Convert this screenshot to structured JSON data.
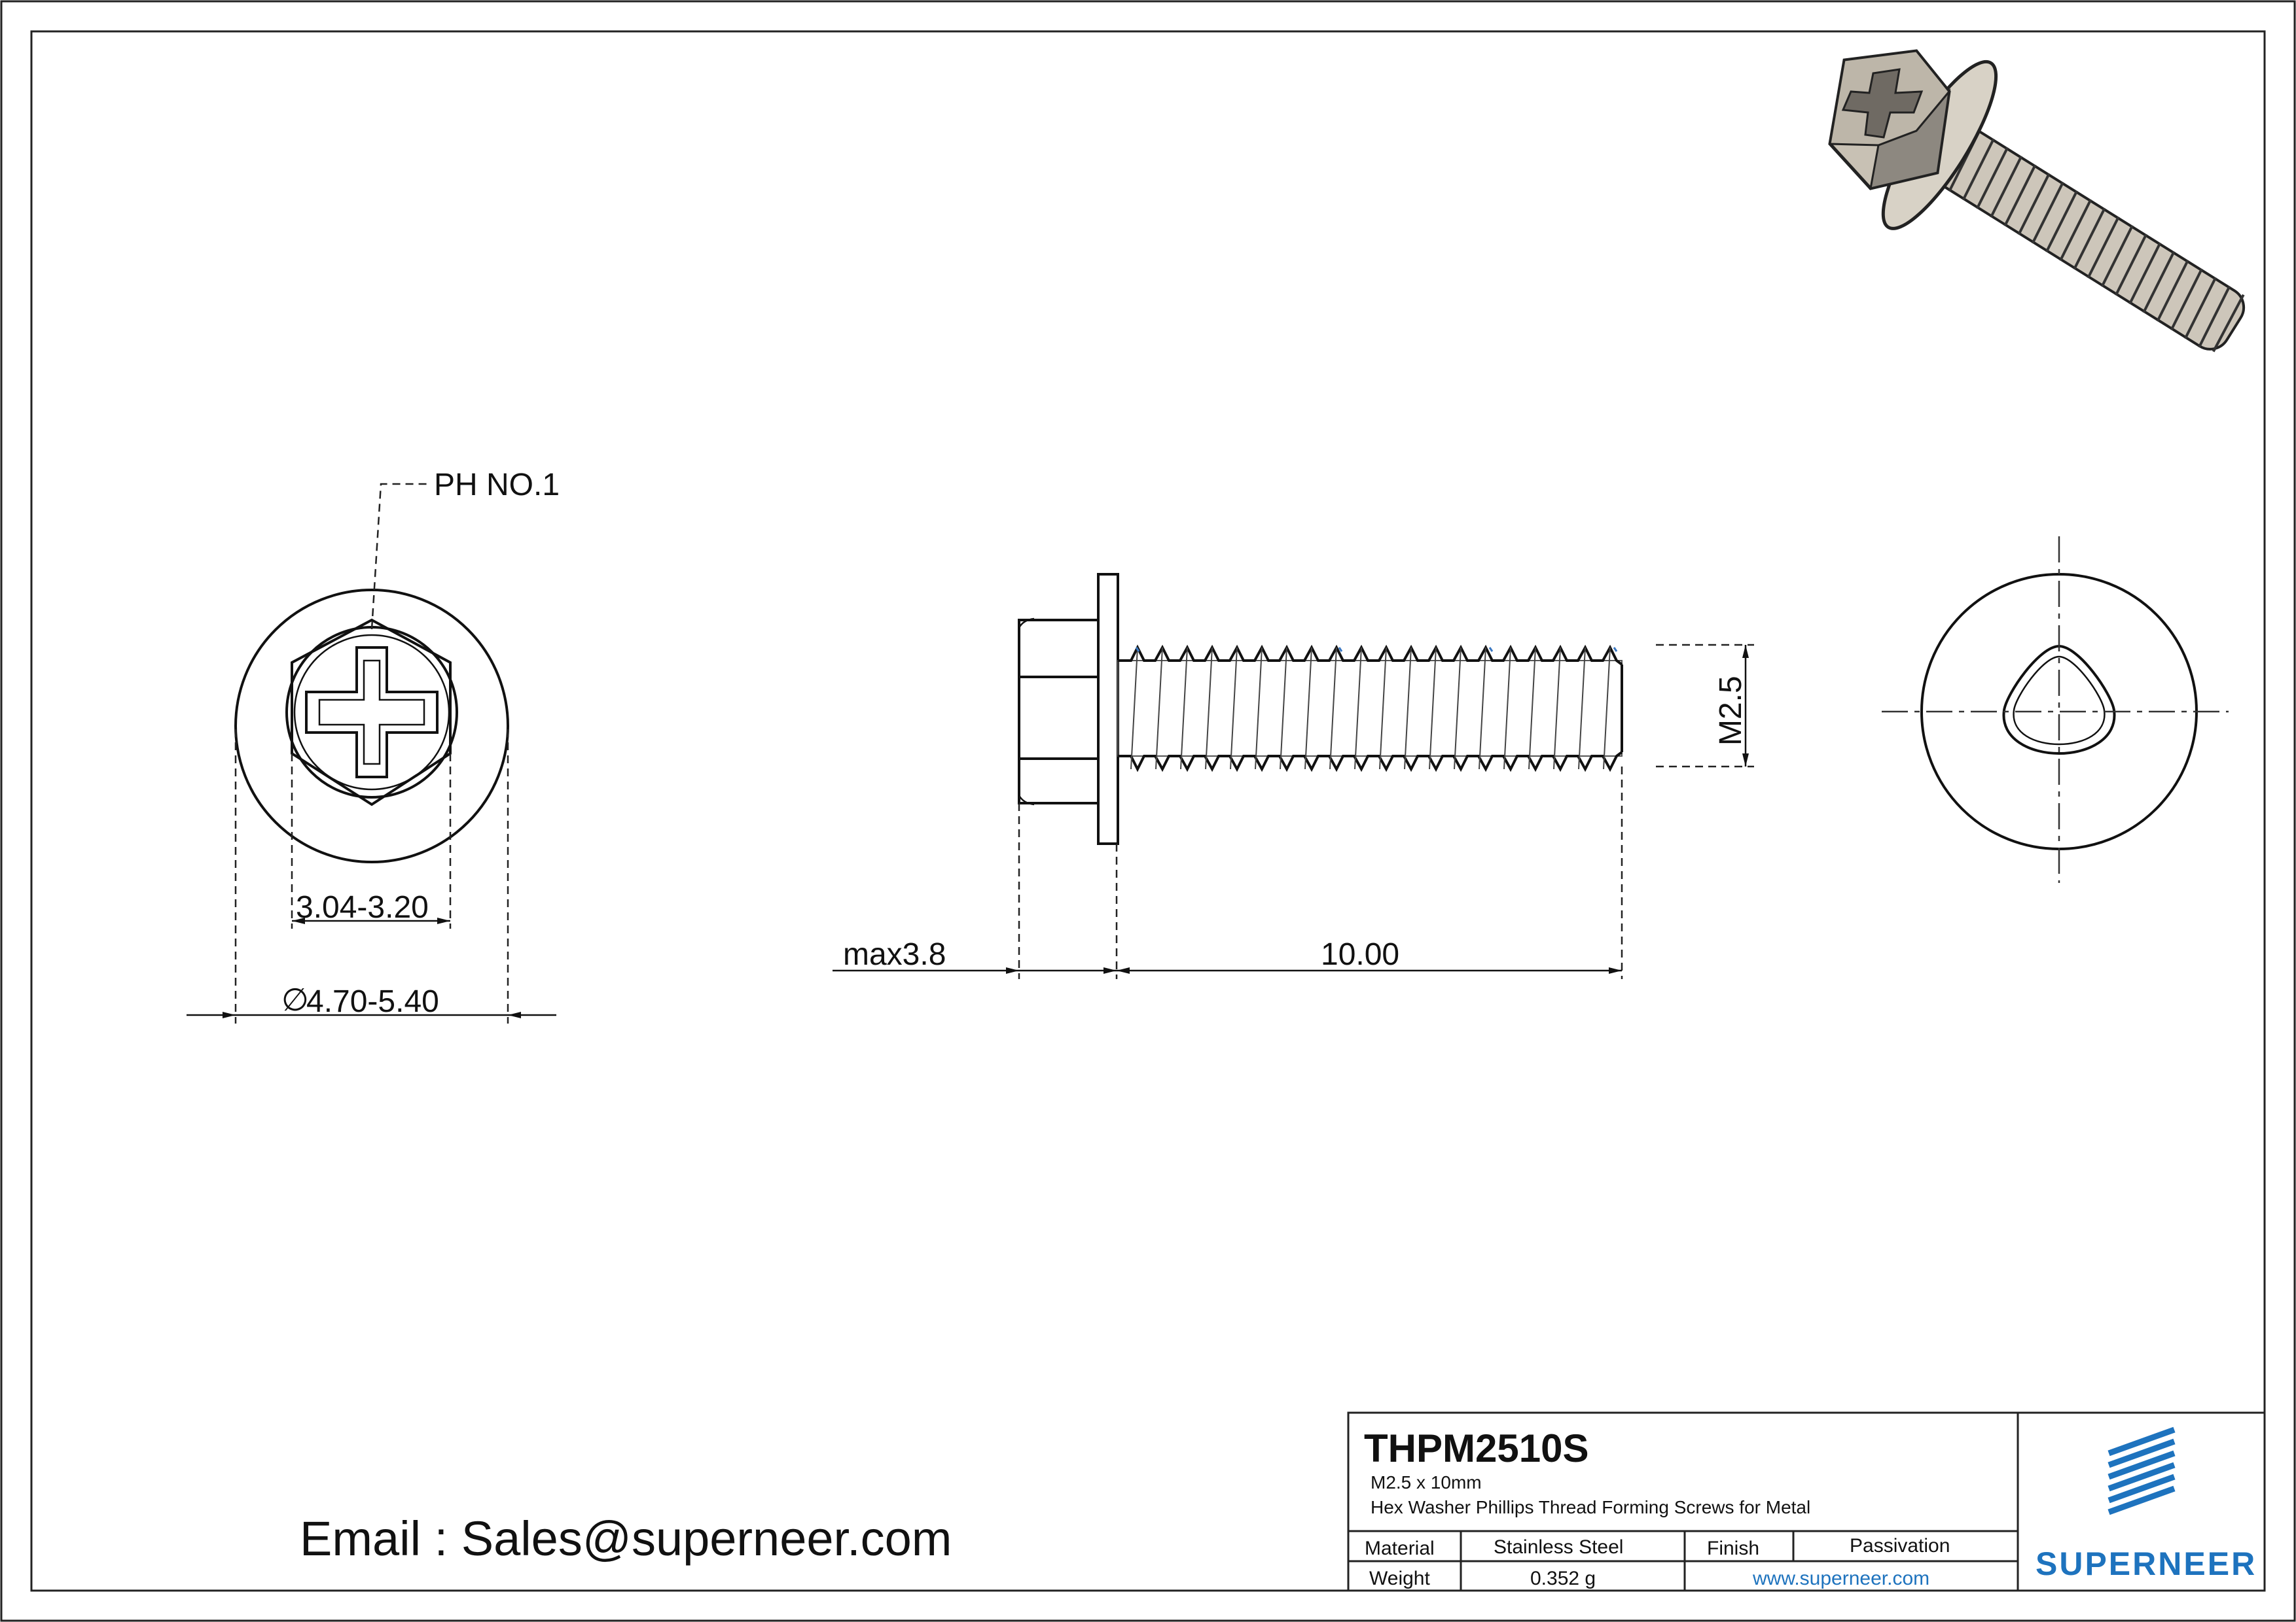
{
  "drawing": {
    "callout_drive": "PH NO.1",
    "dim_hex_across_flats": "3.04-3.20",
    "dim_diameter_symbol": "∅",
    "dim_washer_diameter": "4.70-5.40",
    "dim_head_height": "max3.8",
    "dim_length": "10.00",
    "dim_thread": "M2.5"
  },
  "email_line": "Email : Sales@superneer.com",
  "title_block": {
    "part_number": "THPM2510S",
    "size": "M2.5 x 10mm",
    "description": "Hex Washer Phillips Thread Forming Screws for Metal",
    "material_label": "Material",
    "material_value": "Stainless Steel",
    "finish_label": "Finish",
    "finish_value": "Passivation",
    "weight_label": "Weight",
    "weight_value": "0.352 g",
    "website": "www.superneer.com",
    "brand": "SUPERNEER"
  },
  "colors": {
    "line": "#111111",
    "brand_blue": "#1e73be",
    "thread_accent": "#3a78c2",
    "render_metal": "#c8c1b4"
  }
}
